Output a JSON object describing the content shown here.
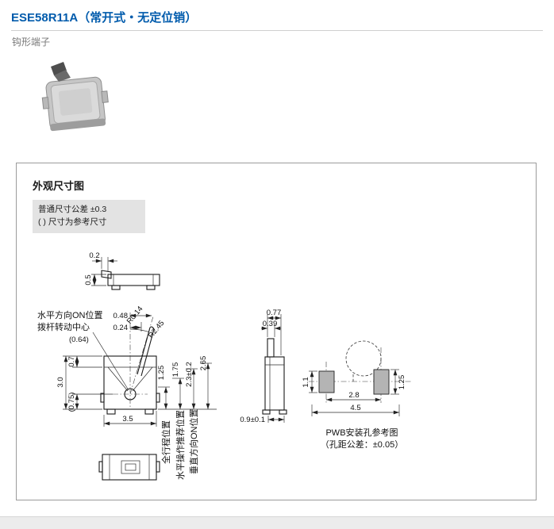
{
  "page": {
    "title": "ESE58R11A（常开式・无定位销）",
    "terminal_type": "钩形端子"
  },
  "panel": {
    "heading": "外观尺寸图",
    "tolerance_note": {
      "line1": "普通尺寸公差 ±0.3",
      "line2": "( ) 尺寸为参考尺寸"
    }
  },
  "drawing": {
    "top_view": {
      "dim_lever_offset": "0.2",
      "dim_height": "0.5"
    },
    "front_view": {
      "label_horizontal_on": "水平方向ON位置",
      "dim_on_offset": "0.48",
      "label_lever_center": "拨杆转动中心",
      "dim_center_offset": "0.24",
      "dim_center_ref": "(0.64)",
      "dim_tip_radius": "R0.14",
      "dim_lever_radius": "R2.45",
      "dim_top_section": "0.7",
      "dim_height": "3.0",
      "dim_pivot_height": "(0.75)",
      "dim_width": "3.5",
      "dim_stroke_1": "1.25",
      "dim_stroke_2": "1.75",
      "dim_stroke_3": "2.3±0.2",
      "dim_stroke_4": "2.65",
      "label_full_stroke": "全行程位置",
      "label_horizontal_recommend": "水平操作推荐位置",
      "label_vertical_on": "垂直方向ON位置"
    },
    "side_view": {
      "dim_lever_width": "0.77",
      "dim_tip_width": "0.39",
      "dim_foot": "0.9±0.1"
    },
    "pwb_view": {
      "dim_pad_left": "1.1",
      "dim_pad_right": "1.25",
      "dim_pitch": "2.8",
      "dim_span": "4.5",
      "caption_line1": "PWB安装孔参考图",
      "caption_line2": "（孔距公差：±0.05）"
    }
  }
}
